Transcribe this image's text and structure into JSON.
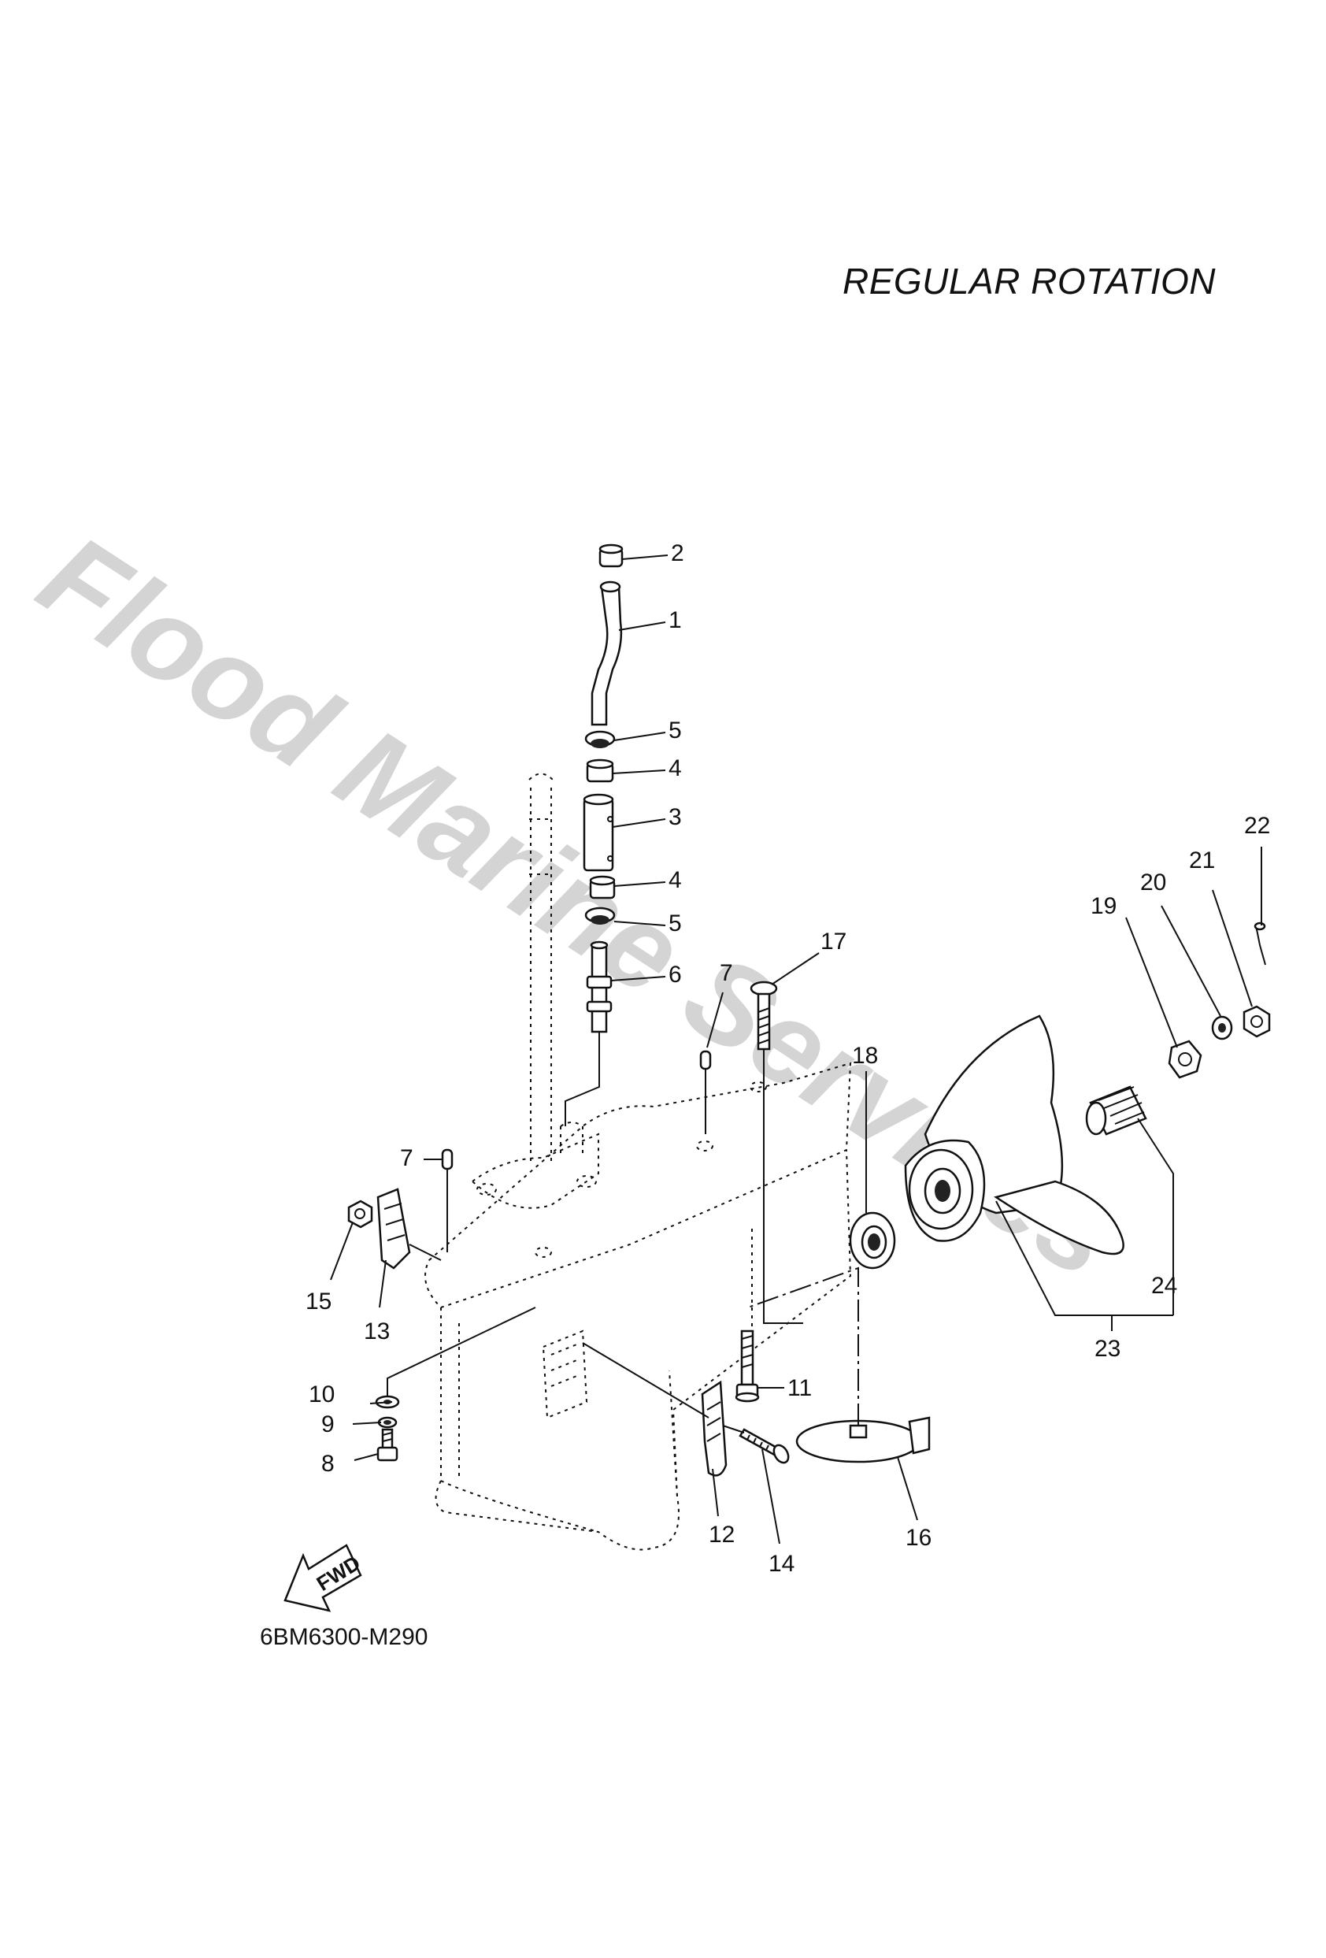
{
  "title": "REGULAR ROTATION",
  "watermark": "Flood Marine Services",
  "diagram_code": "6BM6300-M290",
  "fwd_label": "FWD",
  "callouts": {
    "c1": "1",
    "c2": "2",
    "c3": "3",
    "c4a": "4",
    "c4b": "4",
    "c5a": "5",
    "c5b": "5",
    "c6": "6",
    "c7a": "7",
    "c7b": "7",
    "c8": "8",
    "c9": "9",
    "c10": "10",
    "c11": "11",
    "c12": "12",
    "c13": "13",
    "c14": "14",
    "c15": "15",
    "c16": "16",
    "c17": "17",
    "c18": "18",
    "c19": "19",
    "c20": "20",
    "c21": "21",
    "c22": "22",
    "c23": "23",
    "c24": "24"
  }
}
